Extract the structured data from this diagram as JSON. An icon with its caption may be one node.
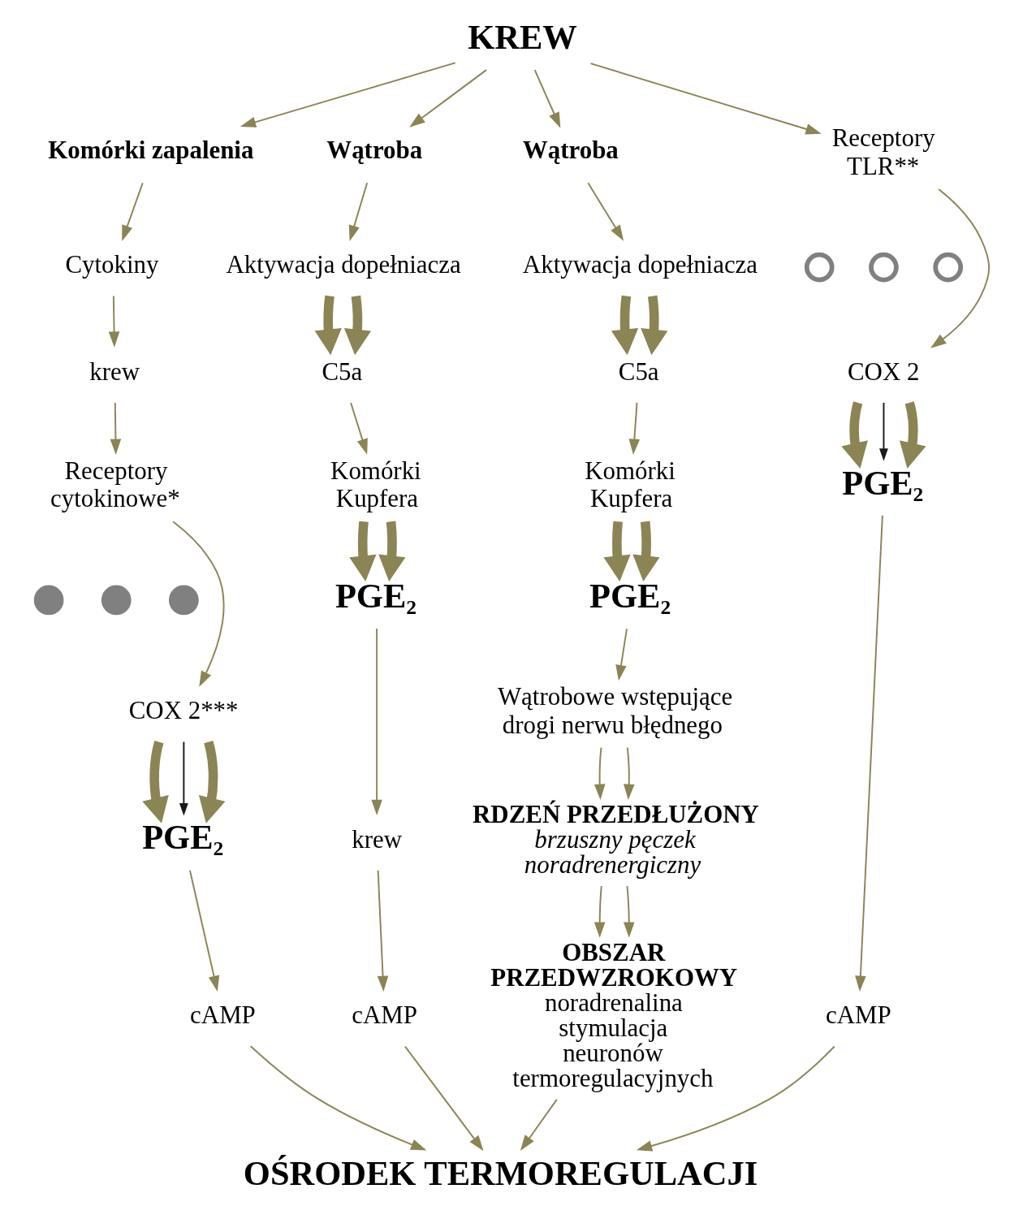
{
  "diagram": {
    "nodes": [
      {
        "text": [
          "KREW"
        ]
      },
      {
        "text": [
          "Komórki zapalenia"
        ]
      },
      {
        "text": [
          "Wątroba"
        ]
      },
      {
        "text": [
          "Wątroba"
        ]
      },
      {
        "text": [
          "Cytokiny"
        ]
      },
      {
        "text": [
          "Aktywacja dopełniacza"
        ]
      },
      {
        "text": [
          "Aktywacja dopełniacza"
        ]
      },
      {
        "text": [
          "krew"
        ]
      },
      {
        "text": [
          "C5a"
        ]
      },
      {
        "text": [
          "C5a"
        ]
      },
      {
        "text": [
          "Komórki Kupfera"
        ]
      },
      {
        "text": [
          "Komórki Kupfera"
        ]
      },
      {
        "text": [
          "PGE₂"
        ]
      },
      {
        "text": [
          "PGE₂"
        ]
      },
      {
        "text": [
          "krew"
        ]
      },
      {
        "text": [
          "Wątrobowe wstępujące drogi nerwu błędnego"
        ]
      },
      {
        "text": [
          "Receptory cytokinowe*"
        ]
      },
      {
        "text": [
          "Receptory TLR**"
        ]
      },
      {
        "text": [],
        "shape": "circle"
      },
      {
        "text": [],
        "shape": "circle"
      },
      {
        "text": [],
        "shape": "circle"
      },
      {
        "text": [],
        "shape": "circle"
      },
      {
        "text": [],
        "shape": "circle"
      },
      {
        "text": [],
        "shape": "circle"
      },
      {
        "text": [
          "RDZEŃ PRZEDŁUŻONY",
          "brzuszny pęczek noradrenergiczny"
        ]
      },
      {
        "text": [
          "COX 2***"
        ]
      },
      {
        "text": [
          "COX 2"
        ]
      },
      {
        "text": [
          "PGE₂"
        ]
      },
      {
        "text": [
          "PGE₂"
        ]
      },
      {
        "text": [
          "OBSZAR PRZEDWZROKOWY",
          "noradrenalina",
          "stymulacja neuronów termoregulacyjnych"
        ]
      },
      {
        "text": [
          "cAMP"
        ]
      },
      {
        "text": [
          "cAMP"
        ]
      },
      {
        "text": [
          "cAMP"
        ]
      },
      {
        "text": [
          "OŚRODEK TERMOREGULACJI"
        ]
      }
    ],
    "edges": [
      {
        "from": 0,
        "to": 1,
        "arrow": "to"
      },
      {
        "from": 0,
        "to": 17,
        "arrow": "to"
      },
      {
        "from": 0,
        "to": 2,
        "arrow": "to"
      },
      {
        "from": 0,
        "to": 3,
        "arrow": "to"
      },
      {
        "from": 1,
        "to": 4,
        "arrow": "to"
      },
      {
        "from": 4,
        "to": 7,
        "arrow": "to"
      },
      {
        "from": 7,
        "to": 16,
        "arrow": "to"
      },
      {
        "from": 2,
        "to": 5,
        "arrow": "to"
      },
      {
        "from": 5,
        "to": 8,
        "arrow": "to",
        "style": "thick"
      },
      {
        "from": 5,
        "to": 8,
        "arrow": "to",
        "style": "thick"
      },
      {
        "from": 8,
        "to": 10,
        "arrow": "to"
      },
      {
        "from": 10,
        "to": 12,
        "arrow": "to",
        "style": "thick"
      },
      {
        "from": 10,
        "to": 12,
        "arrow": "to",
        "style": "thick"
      },
      {
        "from": 12,
        "to": 14,
        "arrow": "to"
      },
      {
        "from": 14,
        "to": 32,
        "arrow": "to"
      },
      {
        "from": 3,
        "to": 6,
        "arrow": "to"
      },
      {
        "from": 6,
        "to": 9,
        "arrow": "to",
        "style": "thick"
      },
      {
        "from": 6,
        "to": 9,
        "arrow": "to",
        "style": "thick"
      },
      {
        "from": 9,
        "to": 11,
        "arrow": "to"
      },
      {
        "from": 11,
        "to": 13,
        "arrow": "to",
        "style": "thick"
      },
      {
        "from": 11,
        "to": 13,
        "arrow": "to",
        "style": "thick"
      },
      {
        "from": 13,
        "to": 15,
        "arrow": "to"
      },
      {
        "from": 15,
        "to": 24,
        "arrow": "to"
      },
      {
        "from": 15,
        "to": 24,
        "arrow": "to"
      },
      {
        "from": 24,
        "to": 29,
        "arrow": "to"
      },
      {
        "from": 24,
        "to": 29,
        "arrow": "to"
      },
      {
        "from": 16,
        "to": 25,
        "arrow": "to"
      },
      {
        "from": 17,
        "to": 26,
        "arrow": "to"
      },
      {
        "from": 25,
        "to": 27,
        "arrow": "to",
        "style": "thick"
      },
      {
        "from": 25,
        "to": 27,
        "arrow": "to",
        "color": "#1a1a1a"
      },
      {
        "from": 25,
        "to": 27,
        "arrow": "to",
        "style": "thick"
      },
      {
        "from": 26,
        "to": 28,
        "arrow": "to",
        "style": "thick"
      },
      {
        "from": 26,
        "to": 28,
        "arrow": "to",
        "color": "#1a1a1a"
      },
      {
        "from": 26,
        "to": 28,
        "arrow": "to",
        "style": "thick"
      },
      {
        "from": 27,
        "to": 30,
        "arrow": "to"
      },
      {
        "from": 28,
        "to": 31,
        "arrow": "to"
      },
      {
        "from": 30,
        "to": 33,
        "arrow": "to"
      },
      {
        "from": 31,
        "to": 33,
        "arrow": "to"
      },
      {
        "from": 32,
        "to": 33,
        "arrow": "to"
      },
      {
        "from": 29,
        "to": 33,
        "arrow": "to"
      }
    ]
  }
}
